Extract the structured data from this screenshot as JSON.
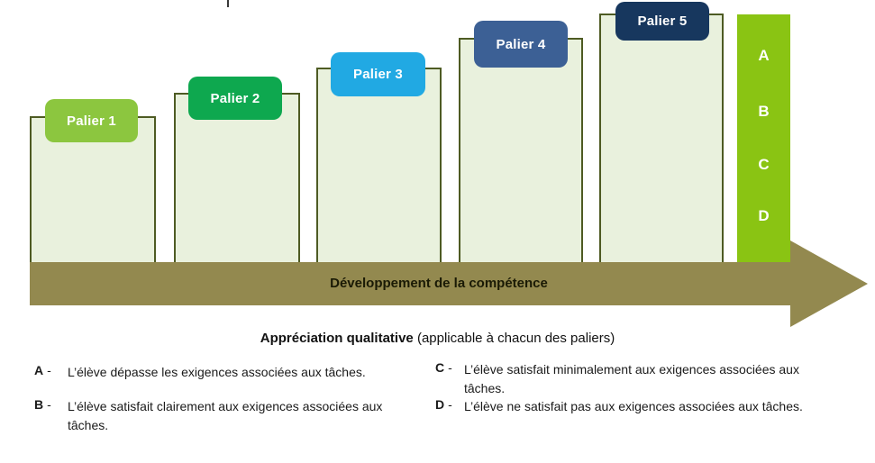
{
  "diagram": {
    "arrow_label": "Développement de la compétence",
    "paliers": [
      {
        "label": "Palier 1",
        "color": "#8CC63F"
      },
      {
        "label": "Palier 2",
        "color": "#0EA84F"
      },
      {
        "label": "Palier 3",
        "color": "#21A9E3"
      },
      {
        "label": "Palier 4",
        "color": "#3C6095"
      },
      {
        "label": "Palier 5",
        "color": "#17375E"
      }
    ],
    "grades": [
      "A",
      "B",
      "C",
      "D"
    ],
    "colors": {
      "bar_fill": "#E9F1DD",
      "bar_border": "#4E5B23",
      "arrow": "#93894F",
      "grade_bar": "#8AC413",
      "arrow_label_text": "#1A1A05"
    }
  },
  "legend": {
    "title_bold": "Appréciation qualitative",
    "title_rest": " (applicable à chacun des paliers)",
    "items": [
      {
        "letter": "A",
        "dash": "-",
        "text": "L’élève dépasse les exigences associées aux tâches."
      },
      {
        "letter": "B",
        "dash": "-",
        "text": "L’élève satisfait clairement aux exigences associées aux tâches."
      },
      {
        "letter": "C",
        "dash": "-",
        "text": "L’élève satisfait minimalement aux exigences associées aux tâches."
      },
      {
        "letter": "D",
        "dash": "-",
        "text": "L’élève ne satisfait pas aux exigences associées aux tâches."
      }
    ]
  }
}
